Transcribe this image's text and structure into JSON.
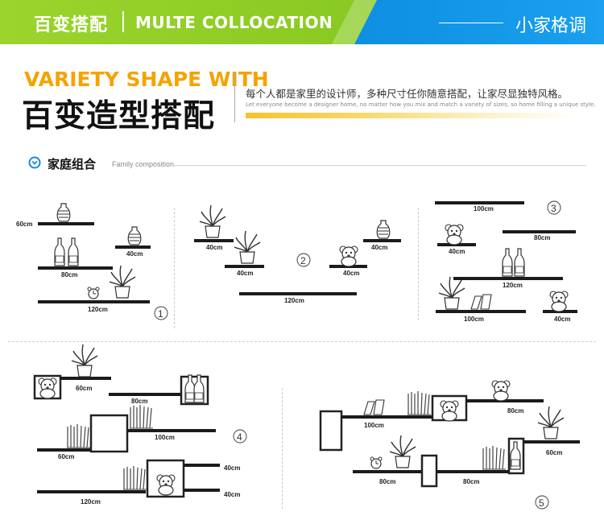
{
  "banner": {
    "title_cn": "百变搭配",
    "title_en": "MULTE COLLOCATION",
    "right_text": "小家格调",
    "colors": {
      "green": "#8ccc22",
      "blue": "#1196e6"
    }
  },
  "heading": {
    "title_en": "VARIETY SHAPE WITH",
    "title_cn": "百变造型搭配",
    "description": "每个人都是家里的设计师，多种尺寸任你随意搭配，让家尽显独特风格。",
    "subtitle": "Let everyone become a designer home, no matter how you mix and match a variety of sizes, so home filling a unique style."
  },
  "section": {
    "icon": "chevron-down-circle-icon",
    "label": "家庭组合",
    "sublabel": "Family composition"
  },
  "combos": [
    {
      "number": "1",
      "labels": [
        "60cm",
        "40cm",
        "80cm",
        "120cm"
      ]
    },
    {
      "number": "2",
      "labels": [
        "40cm",
        "40cm",
        "40cm",
        "40cm",
        "120cm"
      ]
    },
    {
      "number": "3",
      "labels": [
        "100cm",
        "80cm",
        "40cm",
        "120cm",
        "100cm",
        "40cm"
      ]
    },
    {
      "number": "4",
      "labels": [
        "60cm",
        "80cm",
        "100cm",
        "60cm",
        "40cm",
        "40cm",
        "120cm"
      ]
    },
    {
      "number": "5",
      "labels": [
        "100cm",
        "80cm",
        "60cm",
        "80cm",
        "80cm"
      ]
    }
  ]
}
